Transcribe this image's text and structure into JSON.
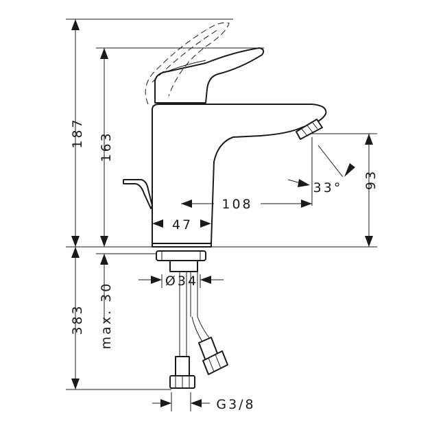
{
  "dimensions": {
    "total_height": "187",
    "height_to_handle": "163",
    "spout_reach": "108",
    "body_width": "47",
    "spout_height": "93",
    "spout_angle": "33°",
    "below_deck_length": "383",
    "max_deck_thickness": "max. 30",
    "shank_diameter": "Ø34",
    "connection_thread": "G3/8"
  }
}
